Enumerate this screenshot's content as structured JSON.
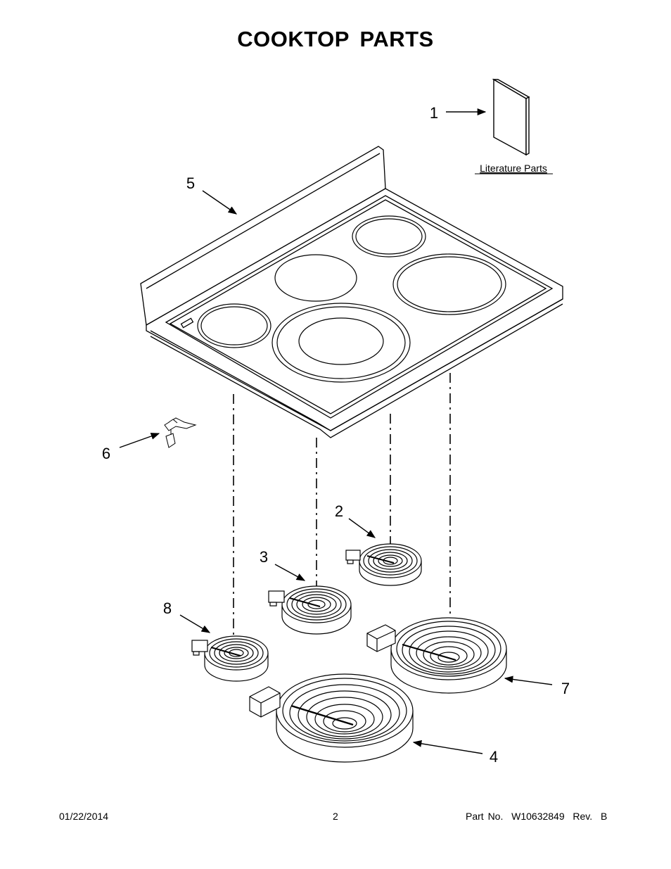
{
  "title": "COOKTOP PARTS",
  "callouts": {
    "c1": "1",
    "c2": "2",
    "c3": "3",
    "c4": "4",
    "c5": "5",
    "c6": "6",
    "c7": "7",
    "c8": "8"
  },
  "literature_label": "Literature Parts",
  "footer": {
    "date": "01/22/2014",
    "page": "2",
    "part": "Part No.  W10632849  Rev.  B"
  }
}
